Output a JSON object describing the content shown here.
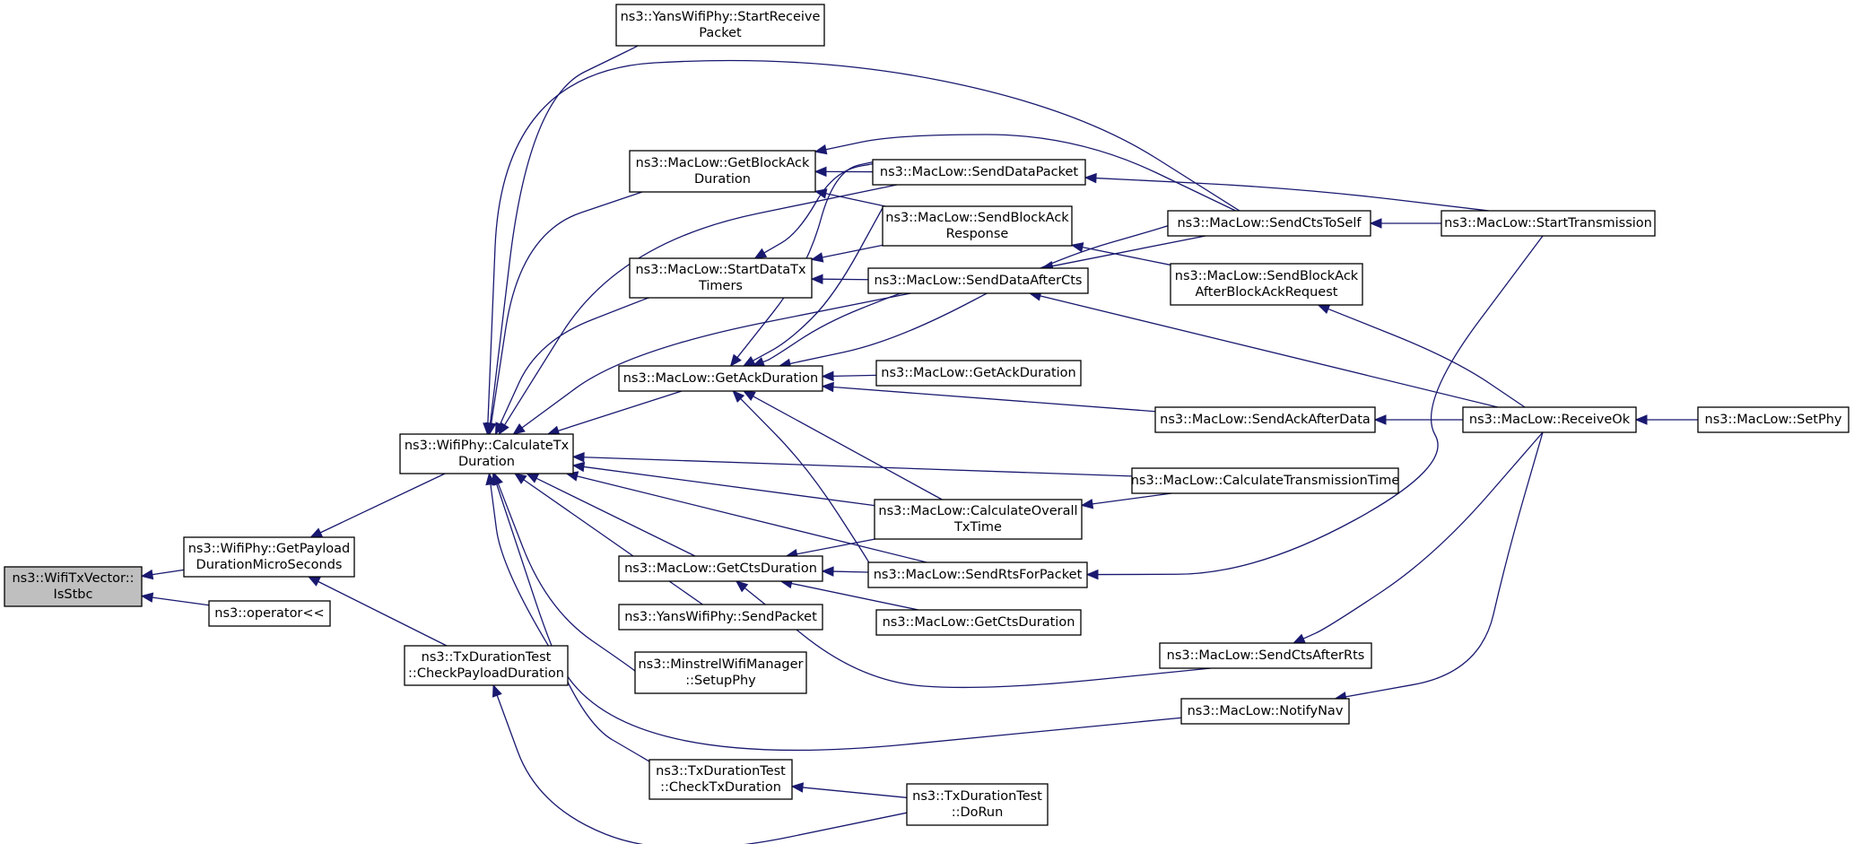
{
  "graph": {
    "colors": {
      "edge": "#191970",
      "node_border": "#000000",
      "node_fill": "#ffffff",
      "current_node_fill": "#bfbfbf"
    },
    "nodes": [
      {
        "id": "istbc",
        "lines": [
          "ns3::WifiTxVector::",
          "IsStbc"
        ],
        "current": true
      },
      {
        "id": "getpayload",
        "lines": [
          "ns3::WifiPhy::GetPayload",
          "DurationMicroSeconds"
        ]
      },
      {
        "id": "operator",
        "lines": [
          "ns3::operator<<"
        ]
      },
      {
        "id": "calctx",
        "lines": [
          "ns3::WifiPhy::CalculateTx",
          "Duration"
        ]
      },
      {
        "id": "checkpayload",
        "lines": [
          "ns3::TxDurationTest",
          "::CheckPayloadDuration"
        ]
      },
      {
        "id": "yansstart",
        "lines": [
          "ns3::YansWifiPhy::StartReceive",
          "Packet"
        ]
      },
      {
        "id": "getblockack",
        "lines": [
          "ns3::MacLow::GetBlockAck",
          "Duration"
        ]
      },
      {
        "id": "startdatatx",
        "lines": [
          "ns3::MacLow::StartDataTx",
          "Timers"
        ]
      },
      {
        "id": "getackdur",
        "lines": [
          "ns3::MacLow::GetAckDuration"
        ]
      },
      {
        "id": "getctsdur",
        "lines": [
          "ns3::MacLow::GetCtsDuration"
        ]
      },
      {
        "id": "yanssend",
        "lines": [
          "ns3::YansWifiPhy::SendPacket"
        ]
      },
      {
        "id": "minstrel",
        "lines": [
          "ns3::MinstrelWifiManager",
          "::SetupPhy"
        ]
      },
      {
        "id": "checktx",
        "lines": [
          "ns3::TxDurationTest",
          "::CheckTxDuration"
        ]
      },
      {
        "id": "senddatapacket",
        "lines": [
          "ns3::MacLow::SendDataPacket"
        ]
      },
      {
        "id": "sendblockackresp",
        "lines": [
          "ns3::MacLow::SendBlockAck",
          "Response"
        ]
      },
      {
        "id": "senddataaftercts",
        "lines": [
          "ns3::MacLow::SendDataAfterCts"
        ]
      },
      {
        "id": "getackdur2",
        "lines": [
          "ns3::MacLow::GetAckDuration"
        ]
      },
      {
        "id": "calcoverall",
        "lines": [
          "ns3::MacLow::CalculateOverall",
          "TxTime"
        ]
      },
      {
        "id": "sendrts",
        "lines": [
          "ns3::MacLow::SendRtsForPacket"
        ]
      },
      {
        "id": "getctsdur2",
        "lines": [
          "ns3::MacLow::GetCtsDuration"
        ]
      },
      {
        "id": "dorun",
        "lines": [
          "ns3::TxDurationTest",
          "::DoRun"
        ]
      },
      {
        "id": "sendctstoself",
        "lines": [
          "ns3::MacLow::SendCtsToSelf"
        ]
      },
      {
        "id": "sendblockackafter",
        "lines": [
          "ns3::MacLow::SendBlockAck",
          "AfterBlockAckRequest"
        ]
      },
      {
        "id": "sendackafterdata",
        "lines": [
          "ns3::MacLow::SendAckAfterData"
        ]
      },
      {
        "id": "calctranstime",
        "lines": [
          "ns3::MacLow::CalculateTransmissionTime"
        ]
      },
      {
        "id": "sendctsafterrts",
        "lines": [
          "ns3::MacLow::SendCtsAfterRts"
        ]
      },
      {
        "id": "notifynav",
        "lines": [
          "ns3::MacLow::NotifyNav"
        ]
      },
      {
        "id": "starttransmission",
        "lines": [
          "ns3::MacLow::StartTransmission"
        ]
      },
      {
        "id": "receiveok",
        "lines": [
          "ns3::MacLow::ReceiveOk"
        ]
      },
      {
        "id": "setphy",
        "lines": [
          "ns3::MacLow::SetPhy"
        ]
      }
    ],
    "edges": [
      {
        "from": "getpayload",
        "to": "istbc"
      },
      {
        "from": "operator",
        "to": "istbc"
      },
      {
        "from": "calctx",
        "to": "getpayload"
      },
      {
        "from": "checkpayload",
        "to": "getpayload"
      },
      {
        "from": "yansstart",
        "to": "calctx"
      },
      {
        "from": "sendctstoself",
        "to": "calctx"
      },
      {
        "from": "getblockack",
        "to": "calctx"
      },
      {
        "from": "senddatapacket",
        "to": "calctx"
      },
      {
        "from": "startdatatx",
        "to": "calctx"
      },
      {
        "from": "senddataaftercts",
        "to": "calctx"
      },
      {
        "from": "getackdur",
        "to": "calctx"
      },
      {
        "from": "calctranstime",
        "to": "calctx"
      },
      {
        "from": "calcoverall",
        "to": "calctx"
      },
      {
        "from": "sendrts",
        "to": "calctx"
      },
      {
        "from": "getctsdur",
        "to": "calctx"
      },
      {
        "from": "yanssend",
        "to": "calctx"
      },
      {
        "from": "minstrel",
        "to": "calctx"
      },
      {
        "from": "notifynav",
        "to": "calctx"
      },
      {
        "from": "checktx",
        "to": "calctx"
      },
      {
        "from": "dorun",
        "to": "checkpayload"
      },
      {
        "from": "dorun",
        "to": "checktx"
      },
      {
        "from": "senddatapacket",
        "to": "getblockack"
      },
      {
        "from": "sendblockackresp",
        "to": "getblockack"
      },
      {
        "from": "sendctstoself",
        "to": "getblockack"
      },
      {
        "from": "senddatapacket",
        "to": "startdatatx"
      },
      {
        "from": "sendblockackresp",
        "to": "startdatatx"
      },
      {
        "from": "senddataaftercts",
        "to": "startdatatx"
      },
      {
        "from": "getackdur2",
        "to": "getackdur"
      },
      {
        "from": "sendackafterdata",
        "to": "getackdur"
      },
      {
        "from": "senddatapacket",
        "to": "getackdur"
      },
      {
        "from": "sendblockackresp",
        "to": "getackdur"
      },
      {
        "from": "senddataaftercts",
        "to": "getackdur"
      },
      {
        "from": "sendctstoself",
        "to": "getackdur"
      },
      {
        "from": "calcoverall",
        "to": "getackdur"
      },
      {
        "from": "sendrts",
        "to": "getackdur"
      },
      {
        "from": "sendrts",
        "to": "getctsdur"
      },
      {
        "from": "getctsdur2",
        "to": "getctsdur"
      },
      {
        "from": "calcoverall",
        "to": "getctsdur"
      },
      {
        "from": "sendctsafterrts",
        "to": "getctsdur"
      },
      {
        "from": "starttransmission",
        "to": "senddatapacket"
      },
      {
        "from": "sendblockackafter",
        "to": "sendblockackresp"
      },
      {
        "from": "sendctstoself",
        "to": "senddataaftercts"
      },
      {
        "from": "receiveok",
        "to": "senddataaftercts"
      },
      {
        "from": "calctranstime",
        "to": "calcoverall"
      },
      {
        "from": "starttransmission",
        "to": "sendrts"
      },
      {
        "from": "starttransmission",
        "to": "sendctstoself"
      },
      {
        "from": "receiveok",
        "to": "sendblockackafter"
      },
      {
        "from": "receiveok",
        "to": "sendackafterdata"
      },
      {
        "from": "receiveok",
        "to": "sendctsafterrts"
      },
      {
        "from": "receiveok",
        "to": "notifynav"
      },
      {
        "from": "setphy",
        "to": "receiveok"
      }
    ]
  }
}
